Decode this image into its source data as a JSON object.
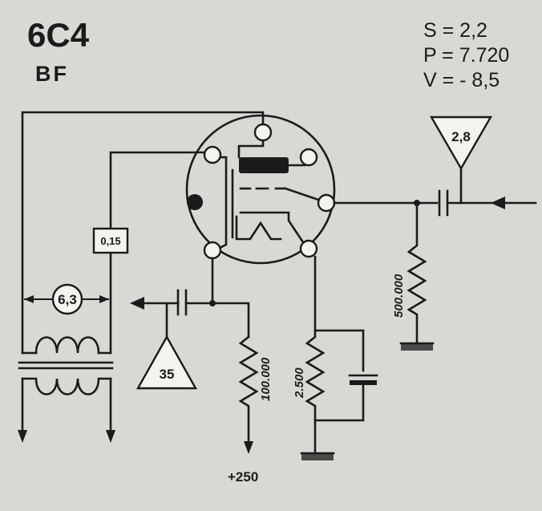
{
  "tube": {
    "name": "6C4",
    "use": "BF"
  },
  "params": [
    {
      "text": "S = 2,2"
    },
    {
      "text": "P = 7.720"
    },
    {
      "text": "V = - 8,5"
    }
  ],
  "labels": {
    "heater_voltage": "6,3",
    "heater_current": "0,15",
    "input_capacitance": "2,8",
    "output_capacitance": "35",
    "grid_resistor": "500.000",
    "plate_resistor": "100.000",
    "cathode_resistor": "2.500",
    "supply": "+250"
  }
}
